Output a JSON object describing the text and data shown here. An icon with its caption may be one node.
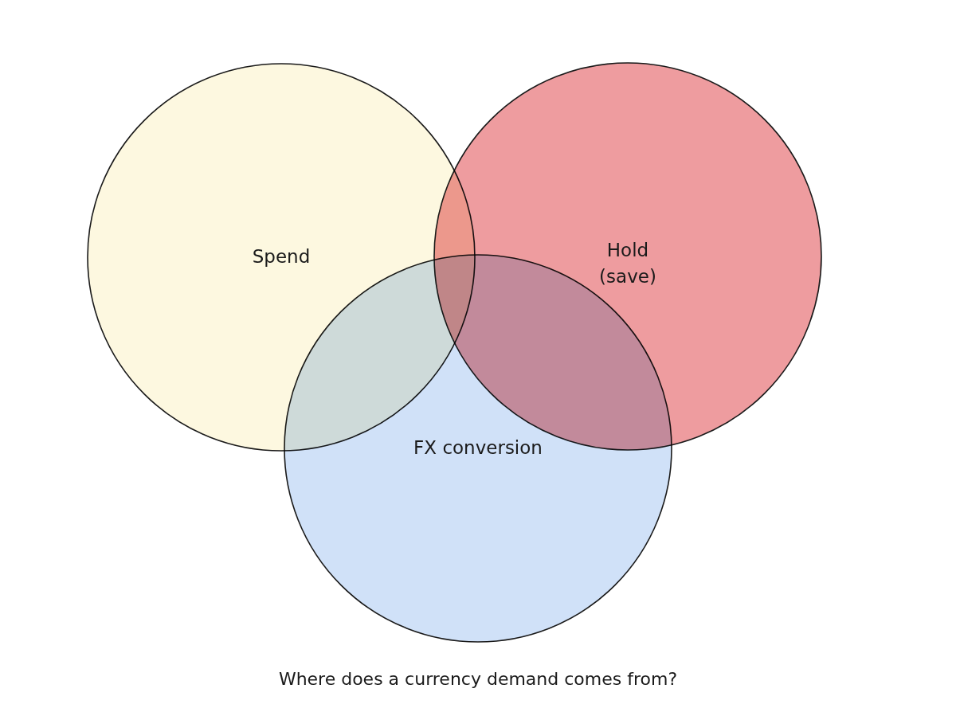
{
  "diagram": {
    "caption": "Where does a currency demand comes from?",
    "nodes": [
      {
        "text": [
          "Spend"
        ]
      },
      {
        "text": [
          "Hold (save)"
        ]
      },
      {
        "text": [
          "FX conversion"
        ]
      }
    ]
  }
}
